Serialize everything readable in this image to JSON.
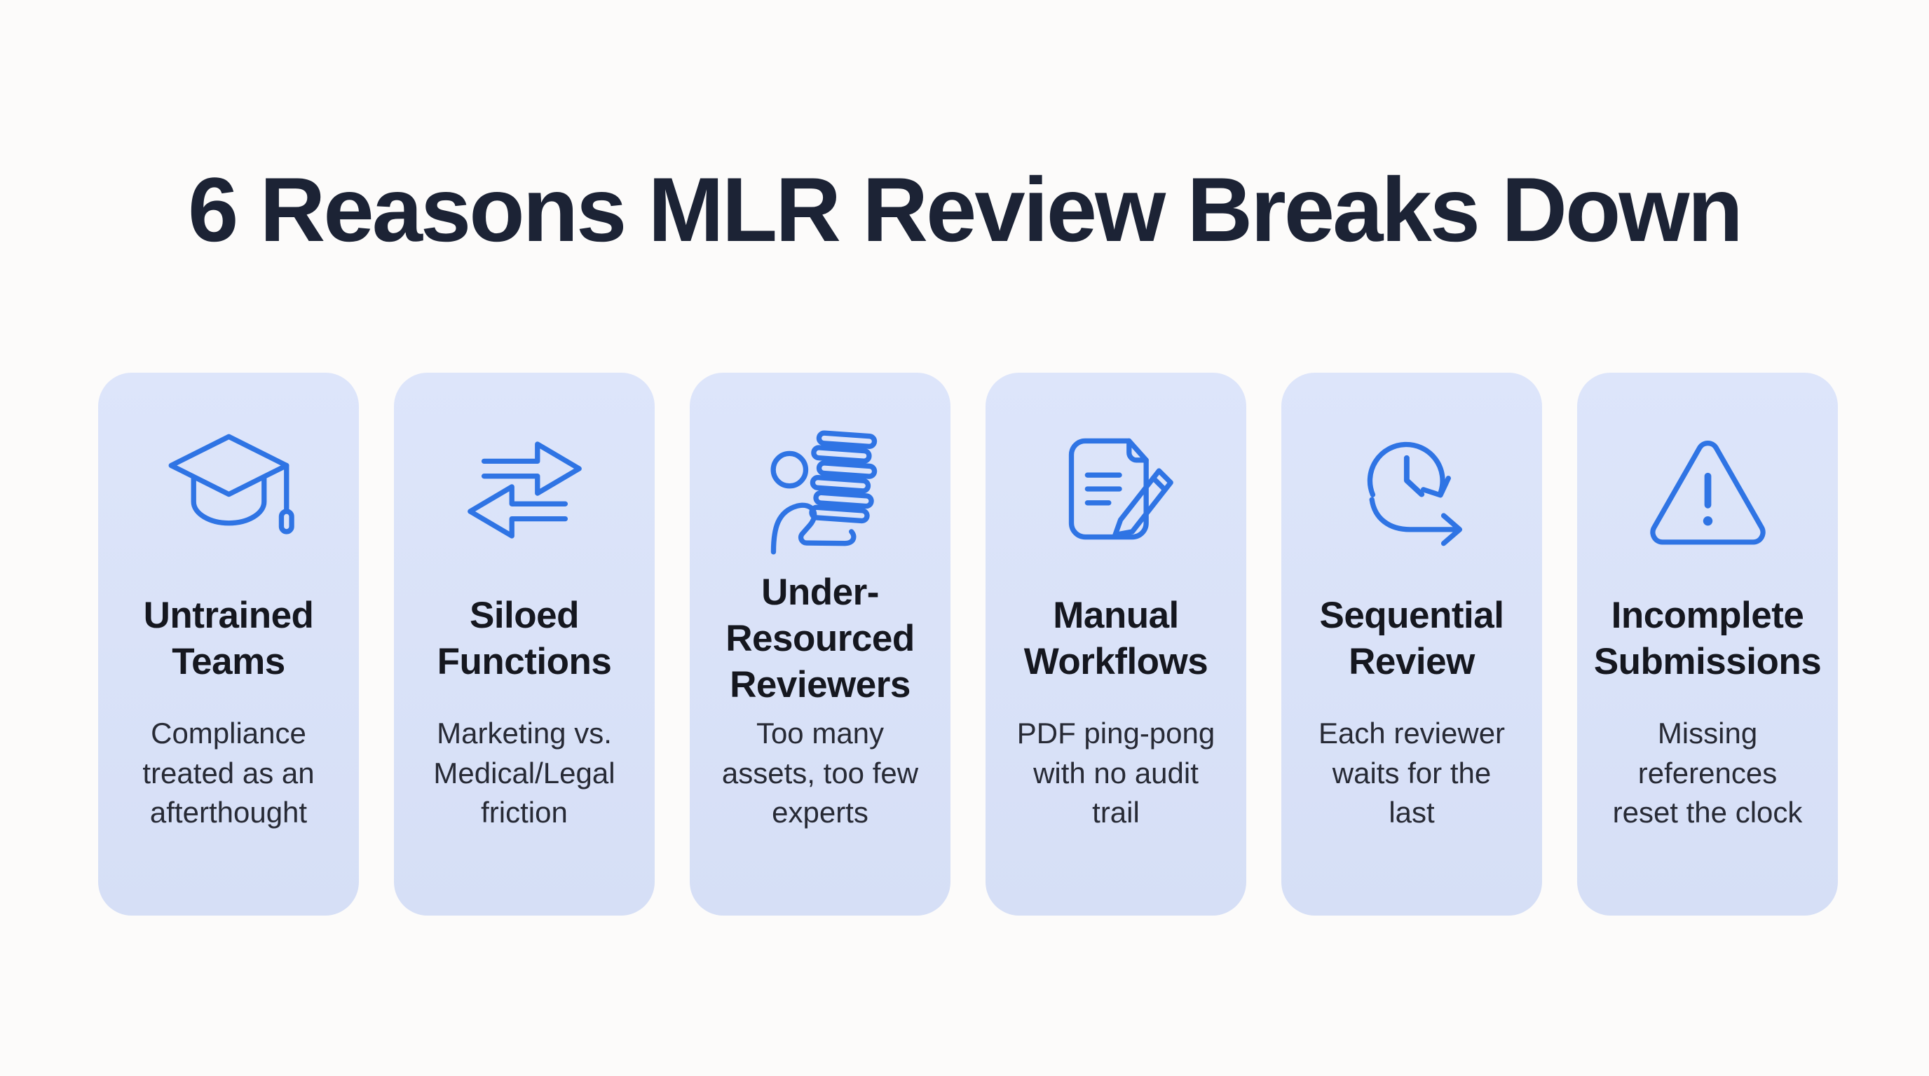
{
  "title": "6 Reasons MLR Review Breaks Down",
  "theme": {
    "page_bg": "#fcfbfa",
    "card_bg": "#dde5fa",
    "icon_color": "#2f74e4",
    "title_color": "#1c2335",
    "heading_color": "#15171f",
    "body_color": "#272a35"
  },
  "cards": [
    {
      "icon": "graduation-cap-icon",
      "title": "Untrained\nTeams",
      "description": "Compliance\ntreated as an\nafterthought"
    },
    {
      "icon": "transfer-arrows-icon",
      "title": "Siloed\nFunctions",
      "description": "Marketing vs.\nMedical/Legal\nfriction"
    },
    {
      "icon": "person-carrying-stack-icon",
      "title": "Under-\nResourced\nReviewers",
      "description": "Too many\nassets, too few\nexperts"
    },
    {
      "icon": "document-pencil-icon",
      "title": "Manual\nWorkflows",
      "description": "PDF ping-pong\nwith no audit\ntrail"
    },
    {
      "icon": "clock-cycle-icon",
      "title": "Sequential\nReview",
      "description": "Each reviewer\nwaits for the\nlast"
    },
    {
      "icon": "warning-triangle-icon",
      "title": "Incomplete\nSubmissions",
      "description": "Missing\nreferences\nreset the clock"
    }
  ]
}
